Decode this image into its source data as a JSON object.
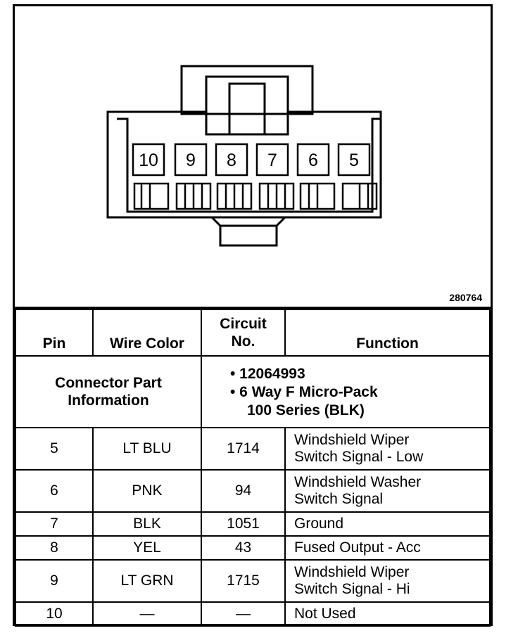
{
  "diagram": {
    "reference_code": "280764",
    "cavities": [
      "10",
      "9",
      "8",
      "7",
      "6",
      "5"
    ]
  },
  "part_info": {
    "label_line1": "Connector Part",
    "label_line2": "Information",
    "bullet1": "• 12064993",
    "bullet2_line1": "• 6 Way F Micro-Pack",
    "bullet2_line2": "100 Series (BLK)"
  },
  "headers": {
    "pin": "Pin",
    "wire_color": "Wire Color",
    "circuit_line1": "Circuit",
    "circuit_line2": "No.",
    "function": "Function"
  },
  "rows": [
    {
      "pin": "5",
      "wire": "LT BLU",
      "circuit": "1714",
      "function_line1": "Windshield Wiper",
      "function_line2": "Switch Signal - Low"
    },
    {
      "pin": "6",
      "wire": "PNK",
      "circuit": "94",
      "function_line1": "Windshield Washer",
      "function_line2": "Switch Signal"
    },
    {
      "pin": "7",
      "wire": "BLK",
      "circuit": "1051",
      "function_line1": "Ground",
      "function_line2": ""
    },
    {
      "pin": "8",
      "wire": "YEL",
      "circuit": "43",
      "function_line1": "Fused Output - Acc",
      "function_line2": ""
    },
    {
      "pin": "9",
      "wire": "LT GRN",
      "circuit": "1715",
      "function_line1": "Windshield Wiper",
      "function_line2": "Switch Signal - Hi"
    },
    {
      "pin": "10",
      "wire": "—",
      "circuit": "—",
      "function_line1": "Not Used",
      "function_line2": ""
    }
  ]
}
